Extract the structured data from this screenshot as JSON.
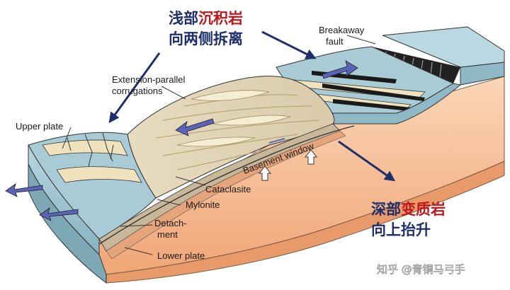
{
  "labels": {
    "extension_line1": "Extension-parallel",
    "extension_line2": "corrugations",
    "upper_plate": "Upper plate",
    "breakaway_line1": "Breakaway",
    "breakaway_line2": "fault",
    "basement_window": "Basement window",
    "cataclasite": "Cataclasite",
    "mylonite": "Mylonite",
    "detachment_line1": "Detach-",
    "detachment_line2": "ment",
    "lower_plate": "Lower plate"
  },
  "annotations": {
    "shallow_prefix": "浅部",
    "shallow_highlight": "沉积岩",
    "shallow_line2": "向两侧拆离",
    "deep_prefix": "深部",
    "deep_highlight": "变质岩",
    "deep_line2": "向上抬升"
  },
  "watermark": "知乎 @青铜马弓手",
  "colors": {
    "annotation_text": "#1f2f6b",
    "highlight_text": "#c0161b",
    "arrow_navy": "#1f2f6b",
    "slab_arrow": "#5a63b8",
    "upper_plate_blue": "#a9cbd6",
    "sediment_cream": "#efe2bd",
    "lower_plate_orange": "#f4b98d"
  }
}
